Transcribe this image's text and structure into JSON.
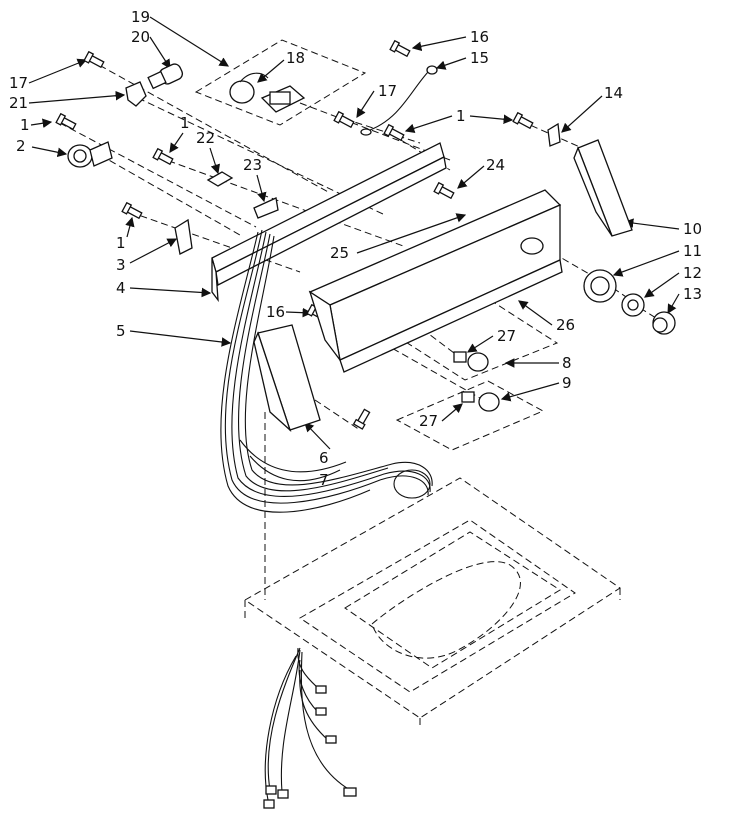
{
  "diagram": {
    "part_labels": [
      "1",
      "2",
      "3",
      "4",
      "5",
      "6",
      "7",
      "8",
      "9",
      "10",
      "11",
      "12",
      "13",
      "14",
      "15",
      "16",
      "17",
      "18",
      "19",
      "20",
      "21",
      "22",
      "23",
      "24",
      "25",
      "26",
      "27"
    ],
    "callouts": [
      {
        "id": "c19",
        "text": "19"
      },
      {
        "id": "c20",
        "text": "20"
      },
      {
        "id": "c18",
        "text": "18"
      },
      {
        "id": "c16a",
        "text": "16"
      },
      {
        "id": "c15",
        "text": "15"
      },
      {
        "id": "c17a",
        "text": "17"
      },
      {
        "id": "c21",
        "text": "21"
      },
      {
        "id": "c1a",
        "text": "1"
      },
      {
        "id": "c2",
        "text": "2"
      },
      {
        "id": "c17b",
        "text": "17"
      },
      {
        "id": "c1b",
        "text": "1"
      },
      {
        "id": "c22",
        "text": "22"
      },
      {
        "id": "c23",
        "text": "23"
      },
      {
        "id": "c1c",
        "text": "1"
      },
      {
        "id": "c14",
        "text": "14"
      },
      {
        "id": "c24",
        "text": "24"
      },
      {
        "id": "c10",
        "text": "10"
      },
      {
        "id": "c11",
        "text": "11"
      },
      {
        "id": "c12",
        "text": "12"
      },
      {
        "id": "c13",
        "text": "13"
      },
      {
        "id": "c1d",
        "text": "1"
      },
      {
        "id": "c3",
        "text": "3"
      },
      {
        "id": "c4",
        "text": "4"
      },
      {
        "id": "c5",
        "text": "5"
      },
      {
        "id": "c25",
        "text": "25"
      },
      {
        "id": "c16b",
        "text": "16"
      },
      {
        "id": "c26",
        "text": "26"
      },
      {
        "id": "c27a",
        "text": "27"
      },
      {
        "id": "c8",
        "text": "8"
      },
      {
        "id": "c9",
        "text": "9"
      },
      {
        "id": "c27b",
        "text": "27"
      },
      {
        "id": "c6",
        "text": "6"
      },
      {
        "id": "c7",
        "text": "7"
      }
    ]
  }
}
